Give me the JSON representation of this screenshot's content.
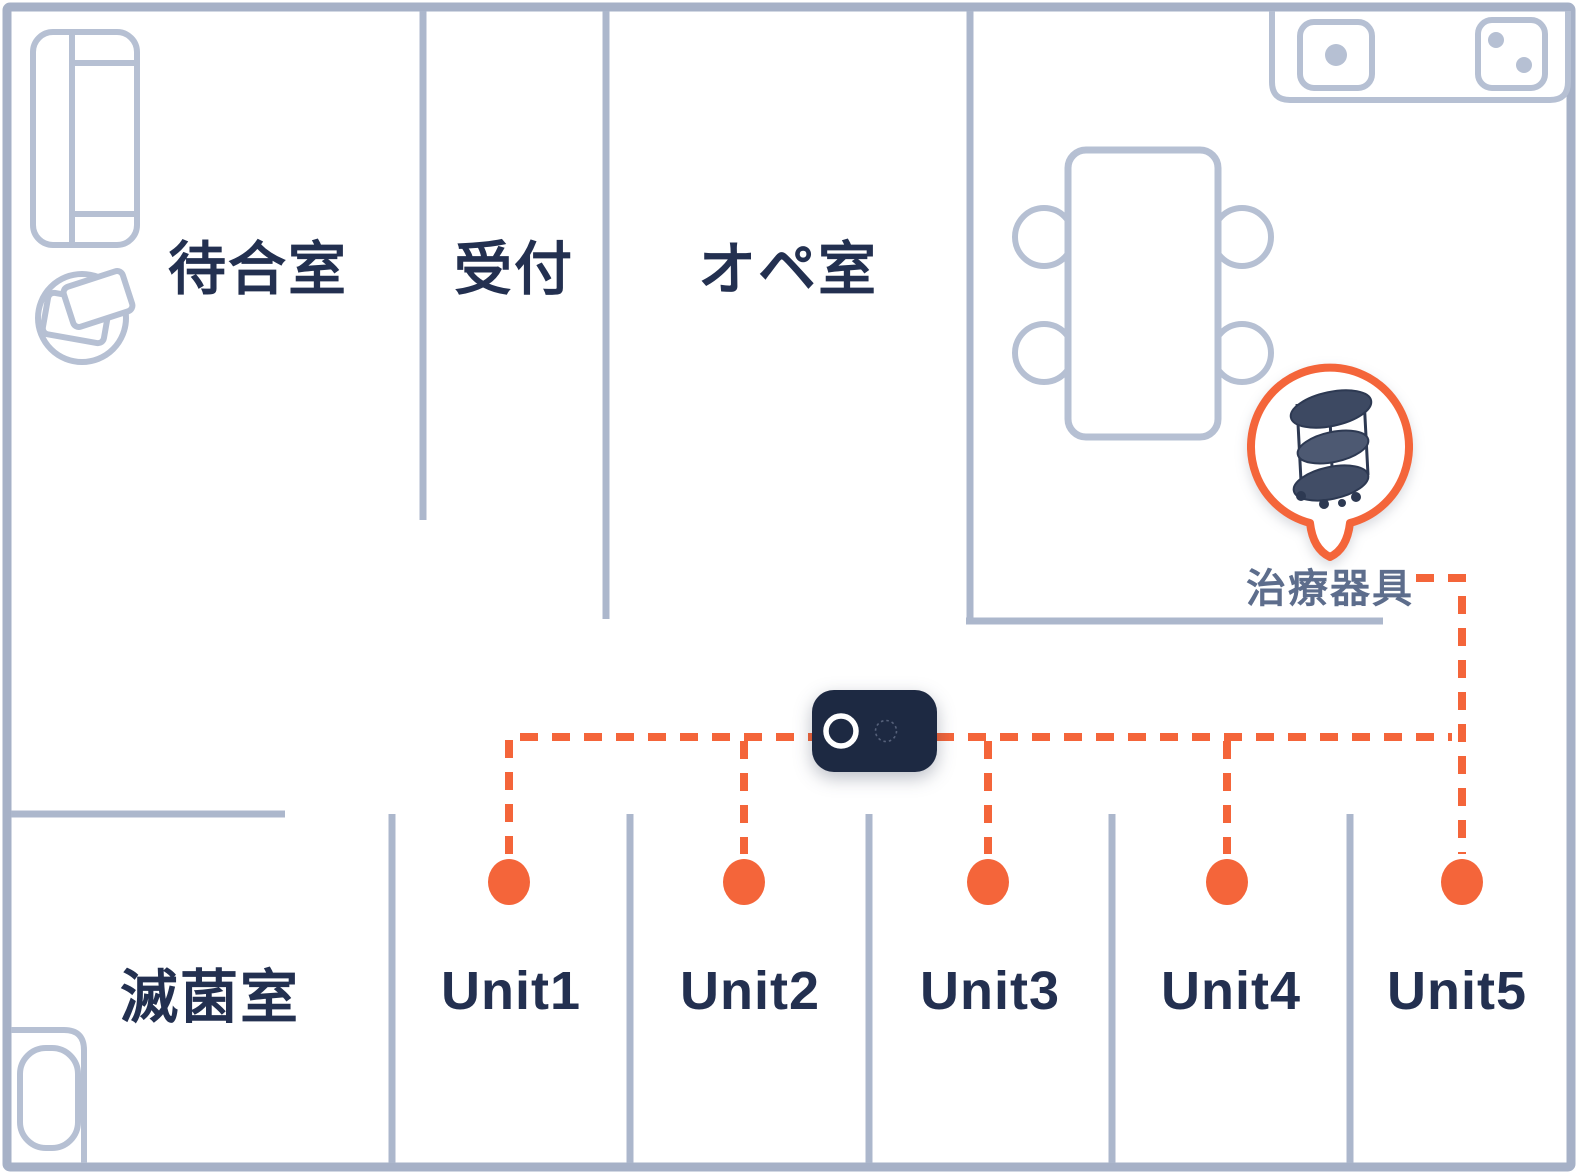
{
  "colors": {
    "wall": "#acb7cc",
    "frame": "#a6b1c7",
    "furniture": "#b6c0d3",
    "room_text": "#233050",
    "marker_text": "#5d6d8c",
    "orange": "#f4653a",
    "device": "#1d2942"
  },
  "rooms": [
    {
      "id": "waiting-room",
      "label": "待合室"
    },
    {
      "id": "reception",
      "label": "受付"
    },
    {
      "id": "operating-room",
      "label": "オペ室"
    },
    {
      "id": "sterilization-room",
      "label": "滅菌室"
    }
  ],
  "units": [
    {
      "label": "Unit1"
    },
    {
      "label": "Unit2"
    },
    {
      "label": "Unit3"
    },
    {
      "label": "Unit4"
    },
    {
      "label": "Unit5"
    }
  ],
  "marker": {
    "label": "治療器具"
  }
}
